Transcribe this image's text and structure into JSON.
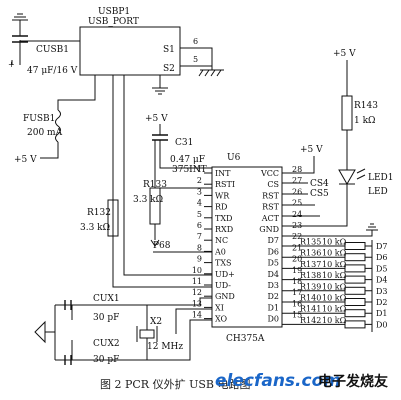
{
  "usb_port": {
    "ref": "USBP1",
    "name": "USB_PORT",
    "pin_s1": "S1",
    "pin_s2": "S2",
    "pin6": "6",
    "pin5": "5"
  },
  "cusb": {
    "ref": "CUSB1",
    "value": "47 μF/16 V",
    "plus": "+"
  },
  "fusb": {
    "ref": "FUSB1",
    "value": "200 mA"
  },
  "vcc_labels": {
    "v5_left": "+5 V",
    "v5_c31": "+5 V",
    "v5_pin28": "+5 V",
    "v5_led": "+5 V"
  },
  "c31": {
    "ref": "C31",
    "value": "0.47 μF"
  },
  "int_net": "375INT",
  "r133": {
    "ref": "R133",
    "value": "3.3 kΩ"
  },
  "r132": {
    "ref": "R132",
    "value": "3.3 kΩ"
  },
  "r143": {
    "ref": "R143",
    "value": "1 kΩ"
  },
  "u6": {
    "ref": "U6",
    "part": "CH375A",
    "left_pins": [
      {
        "num": "1",
        "name": "INT"
      },
      {
        "num": "2",
        "name": "RSTI"
      },
      {
        "num": "3",
        "name": "WR"
      },
      {
        "num": "4",
        "name": "RD"
      },
      {
        "num": "5",
        "name": "TXD"
      },
      {
        "num": "6",
        "name": "RXD"
      },
      {
        "num": "7",
        "name": "NC"
      },
      {
        "num": "8",
        "name": "A0"
      },
      {
        "num": "9",
        "name": "TXS"
      },
      {
        "num": "10",
        "name": "UD+"
      },
      {
        "num": "11",
        "name": "UD-"
      },
      {
        "num": "12",
        "name": "GND"
      },
      {
        "num": "13",
        "name": "XI"
      },
      {
        "num": "14",
        "name": "XO"
      }
    ],
    "right_pins": [
      {
        "num": "28",
        "name": "VCC"
      },
      {
        "num": "27",
        "name": "CS"
      },
      {
        "num": "26",
        "name": "RST"
      },
      {
        "num": "25",
        "name": "RST"
      },
      {
        "num": "24",
        "name": "ACT"
      },
      {
        "num": "23",
        "name": "GND"
      },
      {
        "num": "22",
        "name": "D7"
      },
      {
        "num": "21",
        "name": "D6"
      },
      {
        "num": "20",
        "name": "D5"
      },
      {
        "num": "19",
        "name": "D4"
      },
      {
        "num": "18",
        "name": "D3"
      },
      {
        "num": "17",
        "name": "D2"
      },
      {
        "num": "16",
        "name": "D1"
      },
      {
        "num": "15",
        "name": "D0"
      }
    ]
  },
  "nets": {
    "cs4": "CS4",
    "cs5": "CS5",
    "p68": "P68"
  },
  "data_resistors": [
    {
      "ref": "R135",
      "value": "10 kΩ",
      "out": "D7"
    },
    {
      "ref": "R136",
      "value": "10 kΩ",
      "out": "D6"
    },
    {
      "ref": "R137",
      "value": "10 kΩ",
      "out": "D5"
    },
    {
      "ref": "R138",
      "value": "10 kΩ",
      "out": "D4"
    },
    {
      "ref": "R139",
      "value": "10 kΩ",
      "out": "D3"
    },
    {
      "ref": "R140",
      "value": "10 kΩ",
      "out": "D2"
    },
    {
      "ref": "R141",
      "value": "10 kΩ",
      "out": "D1"
    },
    {
      "ref": "R142",
      "value": "10 kΩ",
      "out": "D0"
    }
  ],
  "led": {
    "ref": "LED1",
    "name": "LED"
  },
  "cux1": {
    "ref": "CUX1",
    "value": "30 pF"
  },
  "cux2": {
    "ref": "CUX2",
    "value": "30 pF"
  },
  "x2": {
    "ref": "X2",
    "value": "12 MHz"
  },
  "caption": "图 2   PCR 仪外扩 USB 电路图",
  "watermark": {
    "site": "elecfans.com",
    "cn": "电子发烧友"
  }
}
